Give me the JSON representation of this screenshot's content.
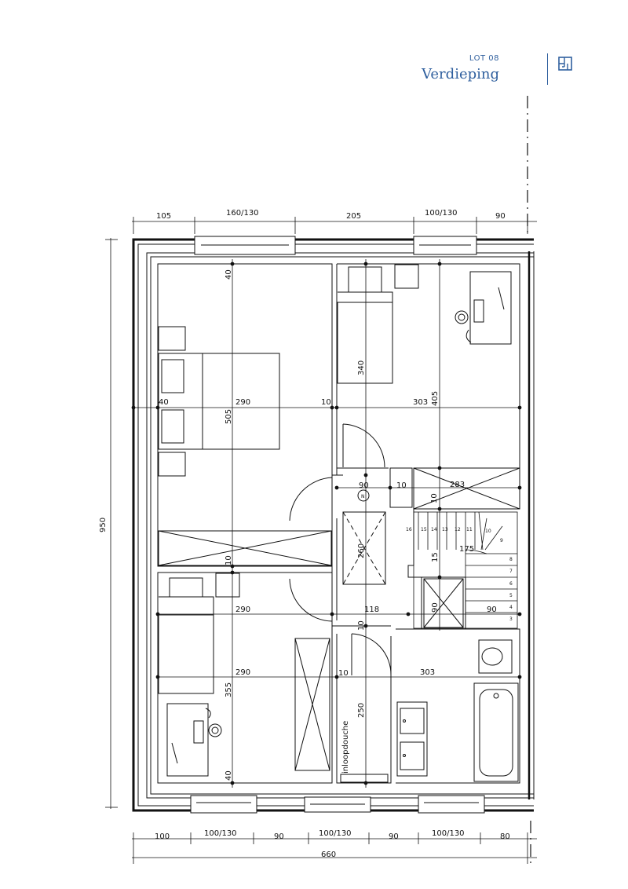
{
  "header": {
    "lot": "LOT 08",
    "level": "Verdieping",
    "accent_color": "#2f5f9e",
    "icon": "floor-plan-icon"
  },
  "dimensions": {
    "top": [
      "105",
      "160/130",
      "205",
      "100/130",
      "90"
    ],
    "bottom": [
      "100",
      "100/130",
      "90",
      "100/130",
      "90",
      "100/130",
      "80"
    ],
    "total_width": "660",
    "total_height": "950"
  },
  "rooms": {
    "bedroom1": {
      "top_margin": "40",
      "width": "290",
      "left": "40",
      "right": "10",
      "height": "505"
    },
    "bedroom2": {
      "height": "340",
      "width": "303",
      "height2": "405"
    },
    "hall": {
      "width": "90",
      "height": "260",
      "wall": "10"
    },
    "storage": {
      "width": "283",
      "wall": "10",
      "height": "10"
    },
    "stairs": {
      "width": "175",
      "width2": "90",
      "height": "15",
      "steps": [
        "16",
        "15",
        "14",
        "13",
        "12",
        "11",
        "10",
        "9",
        "8",
        "7",
        "6",
        "5",
        "4",
        "3"
      ]
    },
    "closet": {
      "height": "90"
    },
    "bedroom3": {
      "wall": "10",
      "width": "290",
      "width2": "290",
      "height": "355",
      "bottom_margin": "40"
    },
    "landing": {
      "width": "118",
      "wall": "10"
    },
    "bathroom": {
      "width": "303",
      "height": "250",
      "wall": "10",
      "shower_label": "inloopdouche"
    }
  },
  "north_label": "N"
}
